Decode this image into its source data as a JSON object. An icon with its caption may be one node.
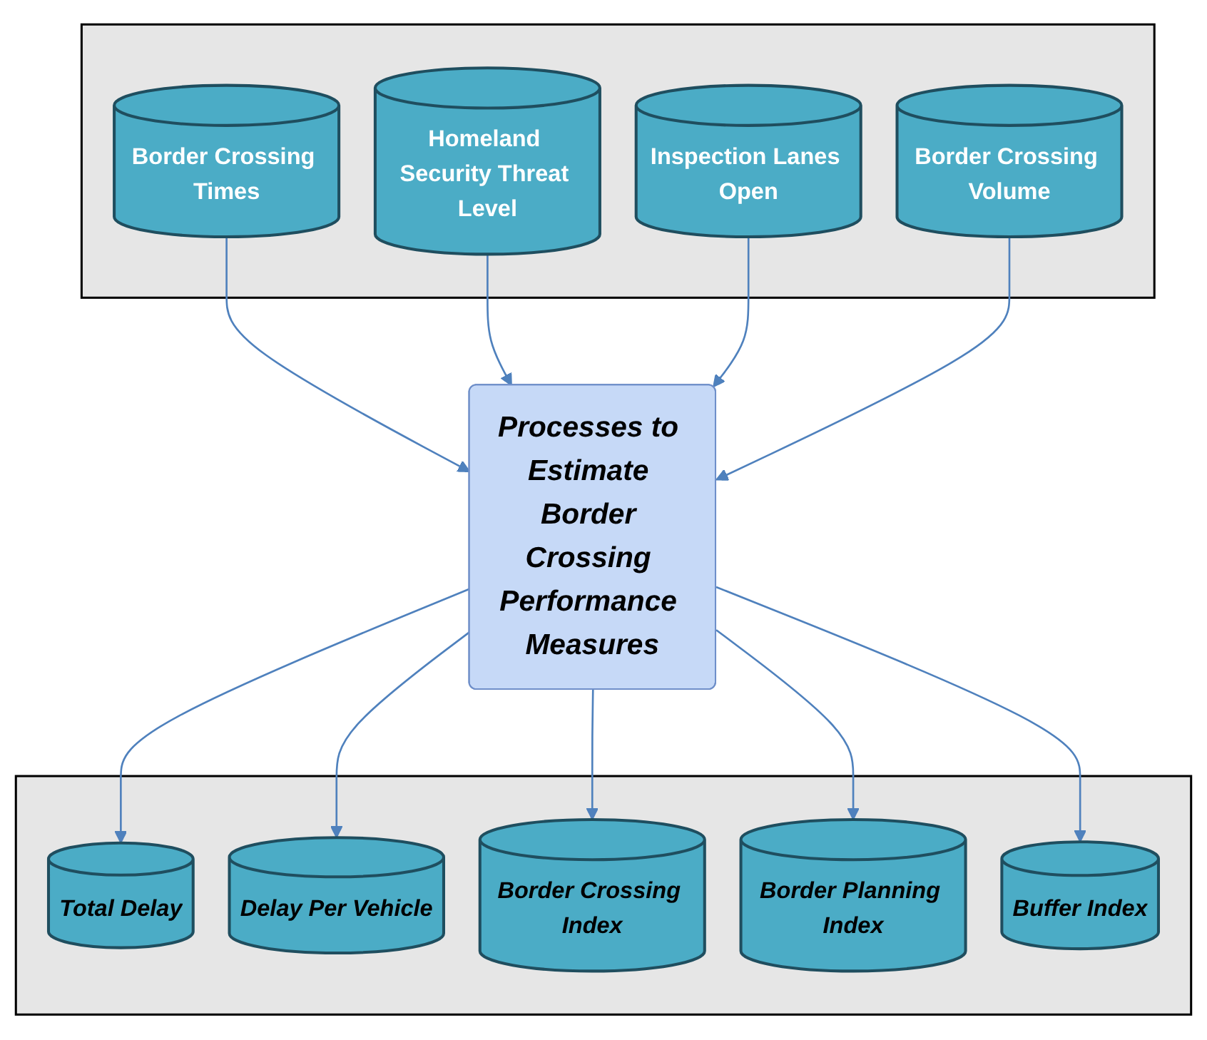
{
  "diagram": {
    "nodes": [
      {
        "text": [],
        "shape": "box"
      },
      {
        "text": [
          "Border Crossing Times"
        ],
        "in": 0
      },
      {
        "text": [
          "Homeland Security Threat Level"
        ],
        "in": 0
      },
      {
        "text": [
          "Inspection Lanes Open"
        ],
        "in": 0
      },
      {
        "text": [
          "Border Crossing Volume"
        ],
        "in": 0
      },
      {
        "text": [
          "Processes to Estimate Border Crossing Performance Measures"
        ]
      },
      {
        "text": [],
        "shape": "box"
      },
      {
        "text": [
          "Total Delay"
        ],
        "in": 6
      },
      {
        "text": [
          "Delay Per Vehicle"
        ],
        "in": 6
      },
      {
        "text": [
          "Border Crossing Index"
        ],
        "in": 6
      },
      {
        "text": [
          "Border Planning Index"
        ],
        "in": 6
      },
      {
        "text": [
          "Buffer Index"
        ],
        "in": 6
      }
    ],
    "edges": [
      {
        "from": 1,
        "to": 5,
        "arrow": "to"
      },
      {
        "from": 2,
        "to": 5,
        "arrow": "to"
      },
      {
        "from": 3,
        "to": 5,
        "arrow": "to"
      },
      {
        "from": 4,
        "to": 5,
        "arrow": "to"
      },
      {
        "from": 5,
        "to": 7,
        "arrow": "to"
      },
      {
        "from": 5,
        "to": 8,
        "arrow": "to"
      },
      {
        "from": 5,
        "to": 9,
        "arrow": "to"
      },
      {
        "from": 5,
        "to": 10,
        "arrow": "to"
      },
      {
        "from": 5,
        "to": 11,
        "arrow": "to"
      }
    ]
  }
}
